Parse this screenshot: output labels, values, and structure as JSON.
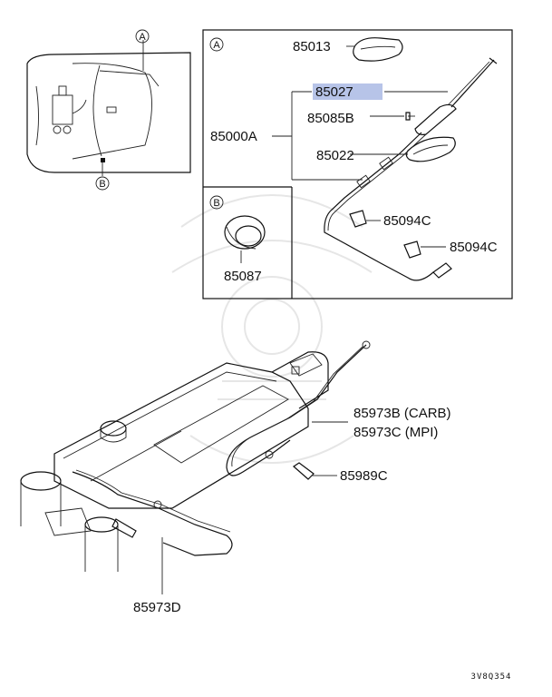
{
  "callouts": {
    "view_a": "A",
    "view_b": "B"
  },
  "parts": {
    "p85013": "85013",
    "p85027": "85027",
    "p85085b": "85085B",
    "p85000a": "85000A",
    "p85022": "85022",
    "p85094c_1": "85094C",
    "p85094c_2": "85094C",
    "p85087": "85087",
    "p85973b": "85973B (CARB)",
    "p85973c": "85973C (MPI)",
    "p85989c": "85989C",
    "p85973d": "85973D"
  },
  "diagram_code": "3V8Q354",
  "highlight_color": "#b7c4e8"
}
